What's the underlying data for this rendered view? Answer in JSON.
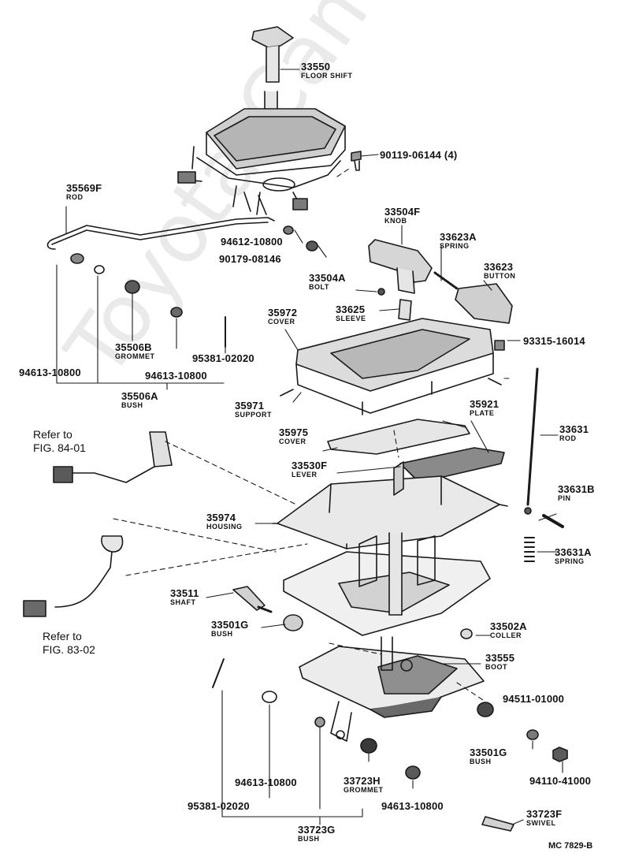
{
  "watermark": "Toyota-Camry.ru",
  "diagram_code": "MC 7829-B",
  "callouts": {
    "p33550": {
      "number": "33550",
      "name": "FLOOR SHIFT"
    },
    "p90119": {
      "number": "90119-06144 (4)"
    },
    "p35569F": {
      "number": "35569F",
      "name": "ROD"
    },
    "p33504F": {
      "number": "33504F",
      "name": "KNOB"
    },
    "p94612": {
      "number": "94612-10800"
    },
    "p33623A": {
      "number": "33623A",
      "name": "SPRING"
    },
    "p90179": {
      "number": "90179-08146"
    },
    "p33623": {
      "number": "33623",
      "name": "BUTTON"
    },
    "p33504A": {
      "number": "33504A",
      "name": "BOLT"
    },
    "p33625": {
      "number": "33625",
      "name": "SLEEVE"
    },
    "p35972": {
      "number": "35972",
      "name": "COVER"
    },
    "p93315": {
      "number": "93315-16014"
    },
    "p35506B": {
      "number": "35506B",
      "name": "GROMMET"
    },
    "p95381a": {
      "number": "95381-02020"
    },
    "p94613a": {
      "number": "94613-10800"
    },
    "p94613b": {
      "number": "94613-10800"
    },
    "p35506A": {
      "number": "35506A",
      "name": "BUSH"
    },
    "p35971": {
      "number": "35971",
      "name": "SUPPORT"
    },
    "p35921": {
      "number": "35921",
      "name": "PLATE"
    },
    "p33631": {
      "number": "33631",
      "name": "ROD"
    },
    "p35975": {
      "number": "35975",
      "name": "COVER"
    },
    "p33530F": {
      "number": "33530F",
      "name": "LEVER"
    },
    "p33631B": {
      "number": "33631B",
      "name": "PIN"
    },
    "p35974": {
      "number": "35974",
      "name": "HOUSING"
    },
    "p33631A": {
      "number": "33631A",
      "name": "SPRING"
    },
    "p33511": {
      "number": "33511",
      "name": "SHAFT"
    },
    "p33501Ga": {
      "number": "33501G",
      "name": "BUSH"
    },
    "p33502A": {
      "number": "33502A",
      "name": "COLLER"
    },
    "p33555": {
      "number": "33555",
      "name": "BOOT"
    },
    "p94511": {
      "number": "94511-01000"
    },
    "p33501Gb": {
      "number": "33501G",
      "name": "BUSH"
    },
    "p94110": {
      "number": "94110-41000"
    },
    "p94613c": {
      "number": "94613-10800"
    },
    "p33723H": {
      "number": "33723H",
      "name": "GROMMET"
    },
    "p94613d": {
      "number": "94613-10800"
    },
    "p95381b": {
      "number": "95381-02020"
    },
    "p33723G": {
      "number": "33723G",
      "name": "BUSH"
    },
    "p33723F": {
      "number": "33723F",
      "name": "SWIVEL"
    }
  },
  "references": {
    "ref1": {
      "line1": "Refer to",
      "line2": "FIG. 84-01"
    },
    "ref2": {
      "line1": "Refer to",
      "line2": "FIG. 83-02"
    }
  }
}
